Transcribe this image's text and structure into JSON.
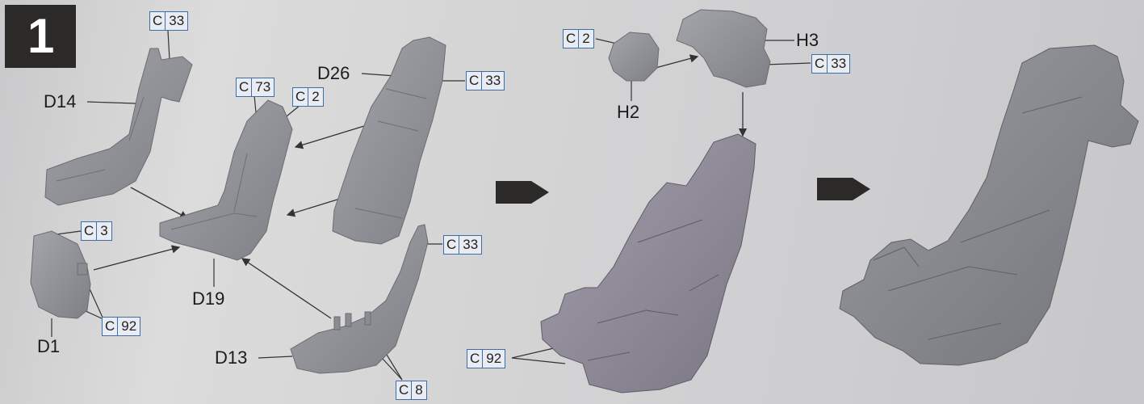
{
  "step_number": "1",
  "part_labels": {
    "d14": "D14",
    "d26": "D26",
    "d19": "D19",
    "d1": "D1",
    "d13": "D13",
    "h2": "H2",
    "h3": "H3"
  },
  "callouts": {
    "c33_top": {
      "prefix": "C",
      "number": "33"
    },
    "c73": {
      "prefix": "C",
      "number": "73"
    },
    "c2_mid": {
      "prefix": "C",
      "number": "2"
    },
    "c33_d26": {
      "prefix": "C",
      "number": "33"
    },
    "c3": {
      "prefix": "C",
      "number": "3"
    },
    "c92_left": {
      "prefix": "C",
      "number": "92"
    },
    "c33_d13": {
      "prefix": "C",
      "number": "33"
    },
    "c8": {
      "prefix": "C",
      "number": "8"
    },
    "c2_right": {
      "prefix": "C",
      "number": "2"
    },
    "c33_h3": {
      "prefix": "C",
      "number": "33"
    },
    "c92_right": {
      "prefix": "C",
      "number": "92"
    }
  },
  "colors": {
    "part_gray": "#8f9197",
    "assembled_purple": "#8b8794",
    "callout_border": "#3e6ea8",
    "step_box": "#2b2a28"
  }
}
